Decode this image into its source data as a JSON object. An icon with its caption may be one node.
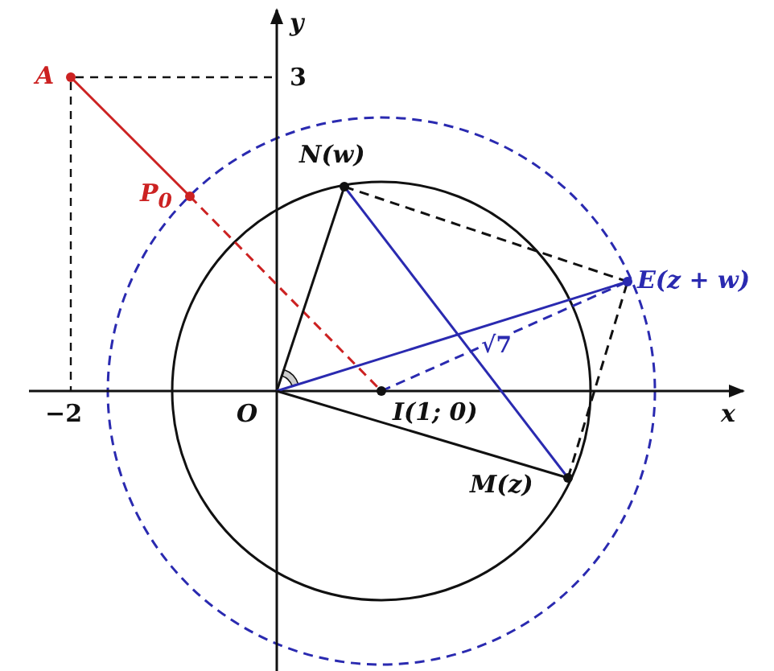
{
  "diagram": {
    "nodes": [
      {
        "text": [
          "A"
        ]
      },
      {
        "text": [
          "P$_{0}$"
        ]
      },
      {
        "text": [
          "N(w)"
        ]
      },
      {
        "text": [
          "E(z + w)"
        ]
      },
      {
        "text": [
          "O"
        ]
      },
      {
        "text": [
          "I(1; 0)"
        ]
      },
      {
        "text": [
          "M(z)"
        ]
      }
    ],
    "edges": [
      {
        "from": 0,
        "to": 1,
        "arrow": "none",
        "color": "#cc2222"
      },
      {
        "from": 1,
        "to": 5,
        "arrow": "none",
        "style": "dashed",
        "color": "#cc2222"
      },
      {
        "from": 4,
        "to": 2,
        "arrow": "none"
      },
      {
        "from": 4,
        "to": 3,
        "arrow": "none",
        "color": "#2a2ab0"
      },
      {
        "from": 4,
        "to": 6,
        "arrow": "none"
      },
      {
        "from": 2,
        "to": 6,
        "arrow": "none",
        "color": "#2a2ab0"
      },
      {
        "from": 2,
        "to": 3,
        "arrow": "none",
        "style": "dashed"
      },
      {
        "from": 6,
        "to": 3,
        "arrow": "none",
        "style": "dashed"
      },
      {
        "from": 5,
        "to": 3,
        "arrow": "none",
        "style": "dashed",
        "color": "#2a2ab0",
        "label": "√7"
      }
    ],
    "labels": [
      "y",
      "3",
      "−2",
      "x"
    ]
  }
}
